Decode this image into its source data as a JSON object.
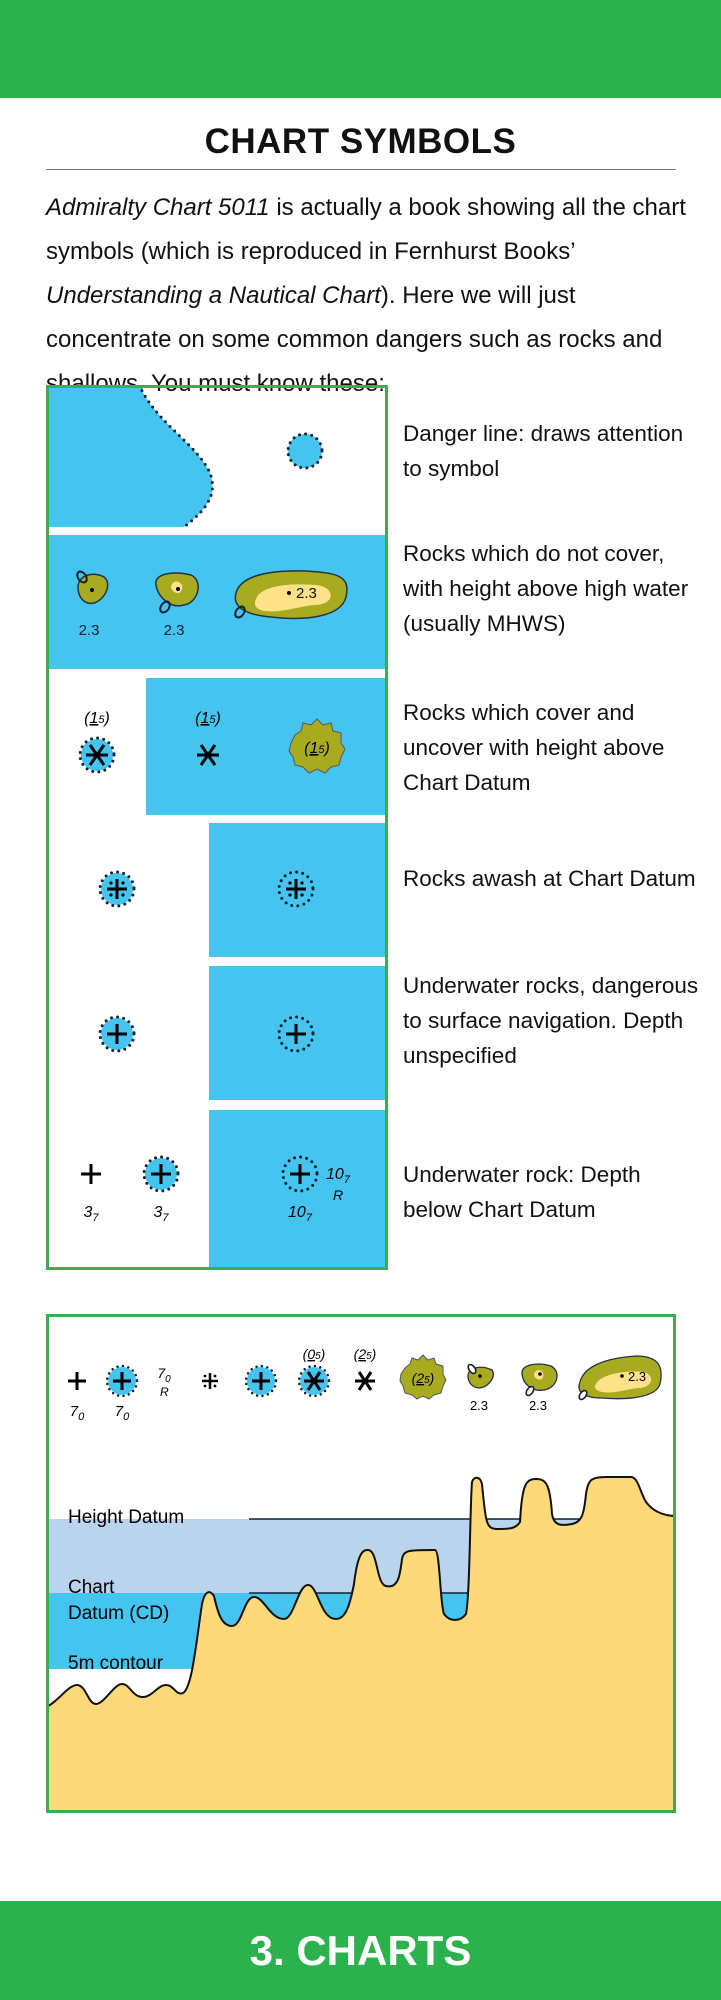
{
  "page": {
    "title": "CHART SYMBOLS",
    "footer": "3. CHARTS",
    "intro": [
      {
        "text": "Admiralty Chart 5011",
        "italic": true
      },
      {
        "text": " is actually a book showing all the chart symbols (which is reproduced in Fernhurst Books’ ",
        "italic": false
      },
      {
        "text": "Understanding a Nautical Chart",
        "italic": true
      },
      {
        "text": "). Here we will just concentrate on some common dangers such as rocks and shallows. You must know these:",
        "italic": false
      }
    ]
  },
  "symbols": [
    {
      "description": "Danger line: draws attention to symbol"
    },
    {
      "description": "Rocks which do not cover, with height above high water (usually MHWS)",
      "heights": [
        "2.3",
        "2.3",
        "2.3"
      ]
    },
    {
      "description": "Rocks which cover and uncover with height above Chart Datum",
      "drying_height": {
        "main": "1",
        "sub": "5"
      }
    },
    {
      "description": "Rocks awash at Chart Datum"
    },
    {
      "description": "Underwater rocks, dangerous to surface navigation. Depth unspecified"
    },
    {
      "description": "Underwater rock: Depth below Chart Datum",
      "depth_small": {
        "main": "3",
        "sub": "7"
      },
      "depth_large": {
        "main": "10",
        "sub": "7"
      },
      "rock_letter": "R"
    }
  ],
  "profile": {
    "labels": {
      "height_datum": "Height Datum",
      "chart_datum_1": "Chart",
      "chart_datum_2": "Datum (CD)",
      "contour": "5m contour"
    },
    "depth": {
      "main": "7",
      "sub": "0"
    },
    "rock_letter": "R",
    "dry_a": {
      "main": "0",
      "sub": "5"
    },
    "dry_b": {
      "main": "2",
      "sub": "5"
    },
    "heights": [
      "2.3",
      "2.3",
      "2.3"
    ]
  },
  "colors": {
    "green": "#2bb24c",
    "water": "#45c4f0",
    "light_water": "#b9d4ec",
    "land": "#fdd97a",
    "rock": "#a8ab1f",
    "rock_top": "#fde28a"
  }
}
